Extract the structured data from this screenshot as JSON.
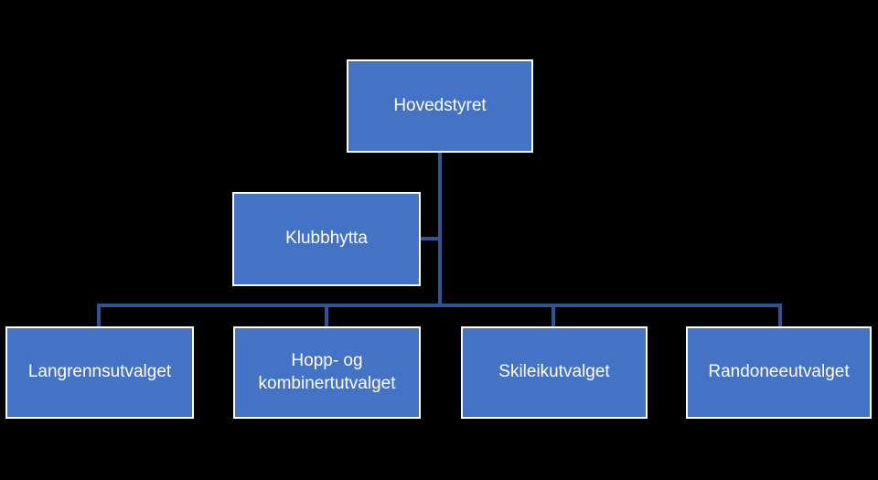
{
  "diagram": {
    "type": "org-chart",
    "colors": {
      "background": "#000000",
      "node_fill": "#4472C4",
      "node_border": "#FFFFFF",
      "node_text": "#FFFFFF",
      "connector": "#2F5395"
    },
    "nodes": {
      "root": {
        "label": "Hovedstyret"
      },
      "side": {
        "label": "Klubbhytta"
      },
      "children": [
        {
          "label": "Langrennsutvalget"
        },
        {
          "label": "Hopp- og kombinertutvalget"
        },
        {
          "label": "Skileikutvalget"
        },
        {
          "label": "Randoneeutvalget"
        }
      ]
    }
  }
}
